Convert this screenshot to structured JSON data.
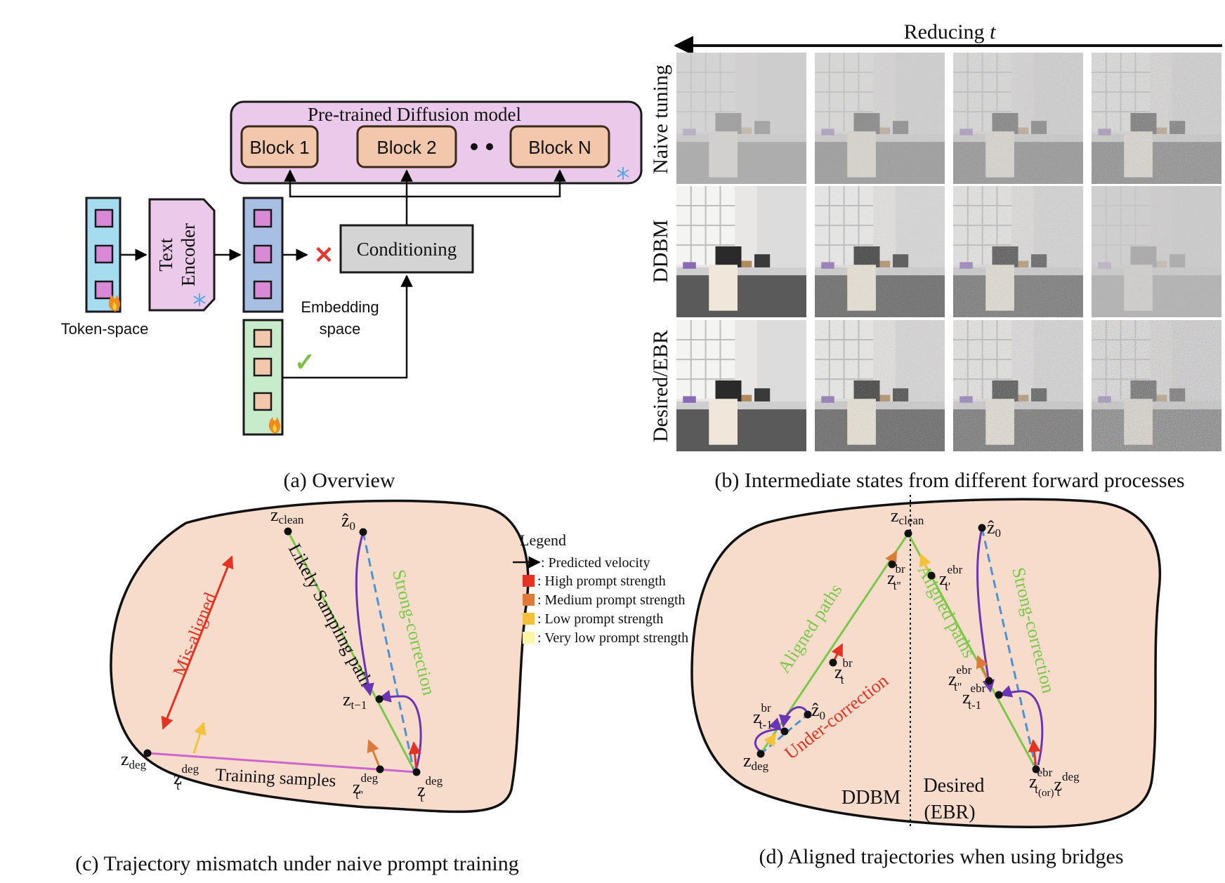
{
  "panel_a": {
    "caption": "(a) Overview",
    "pretrained_title": "Pre-trained Diffusion model",
    "blocks": [
      "Block 1",
      "Block 2",
      "Block N"
    ],
    "text_encoder_line1": "Text",
    "text_encoder_line2": "Encoder",
    "conditioning": "Conditioning",
    "token_space": "Token-space",
    "embedding_space_line1": "Embedding",
    "embedding_space_line2": "space",
    "reject_mark": "✕",
    "accept_mark": "✓",
    "colors": {
      "pretrained_fill": "#ebc9ea",
      "block_fill": "#f2c7ab",
      "token_fill": "#a5dcf0",
      "encoder_fill": "#ebc9ea",
      "embed_fill": "#a7bfe3",
      "green_fill": "#c8ebcb",
      "conditioning_fill": "#d4d4d4"
    }
  },
  "panel_b": {
    "caption": "(b) Intermediate states from different forward processes",
    "header": "Reducing",
    "header_var": "t",
    "rows": [
      "Naive tuning",
      "DDBM",
      "Desired/EBR"
    ]
  },
  "panel_c": {
    "caption": "(c) Trajectory mismatch under naive prompt training",
    "mis_aligned": "Mis-aligned",
    "likely_path": "Likely Sampling path",
    "strong_correction": "Strong-correction",
    "training_samples": "Training samples",
    "z_clean": "z",
    "z_clean_sub": "clean",
    "z0_hat": "ẑ",
    "z0_sub": "0",
    "z_tm1": "z",
    "z_tm1_sub": "t−1",
    "z_deg": "z",
    "z_deg_sub": "deg",
    "z_tp": "z",
    "z_tp_sup": "deg",
    "z_tp_sub": "t'",
    "z_tpp": "z",
    "z_tpp_sup": "deg",
    "z_tpp_sub": "t''",
    "z_t": "z",
    "z_t_sup": "deg",
    "z_t_sub": "t"
  },
  "legend": {
    "title": "Legend",
    "items": [
      {
        "label": ": Predicted velocity",
        "color": "#000000"
      },
      {
        "label": ": High prompt strength",
        "color": "#e53323"
      },
      {
        "label": ": Medium prompt strength",
        "color": "#dd7a3a"
      },
      {
        "label": ": Low prompt strength",
        "color": "#f2c33a"
      },
      {
        "label": ": Very low prompt strength",
        "color": "#fbf6a8"
      }
    ]
  },
  "panel_d": {
    "caption": "(d) Aligned trajectories when using bridges",
    "aligned_paths_left": "Aligned paths",
    "aligned_paths_right": "Aligned paths",
    "under_correction": "Under-correction",
    "strong_correction": "Strong-correction",
    "ddbm": "DDBM",
    "desired": "Desired",
    "ebr": "(EBR)",
    "z_clean": "z",
    "z_clean_sub": "clean",
    "z0_hat": "ẑ",
    "z0_sub": "0",
    "z_tpp_br_sup": "br",
    "z_tpp_br_sub": "t''",
    "z_tp_ebr_sup": "ebr",
    "z_tp_ebr_sub": "t'",
    "z_t_br_sup": "br",
    "z_t_br_sub": "t",
    "z_tpp_ebr_sup": "ebr",
    "z_tpp_ebr_sub": "t''",
    "z_tm1_br_sup": "br",
    "z_tm1_br_sub": "t-1",
    "z_tm1_ebr_sup": "ebr",
    "z_tm1_ebr_sub": "t-1",
    "z_deg_sub": "deg",
    "z_t_ebr_sup": "ebr",
    "z_t_ebr_sub": "t",
    "or_text": "(or)",
    "z_t_deg_sup": "deg",
    "z_t_deg_sub": "t"
  }
}
